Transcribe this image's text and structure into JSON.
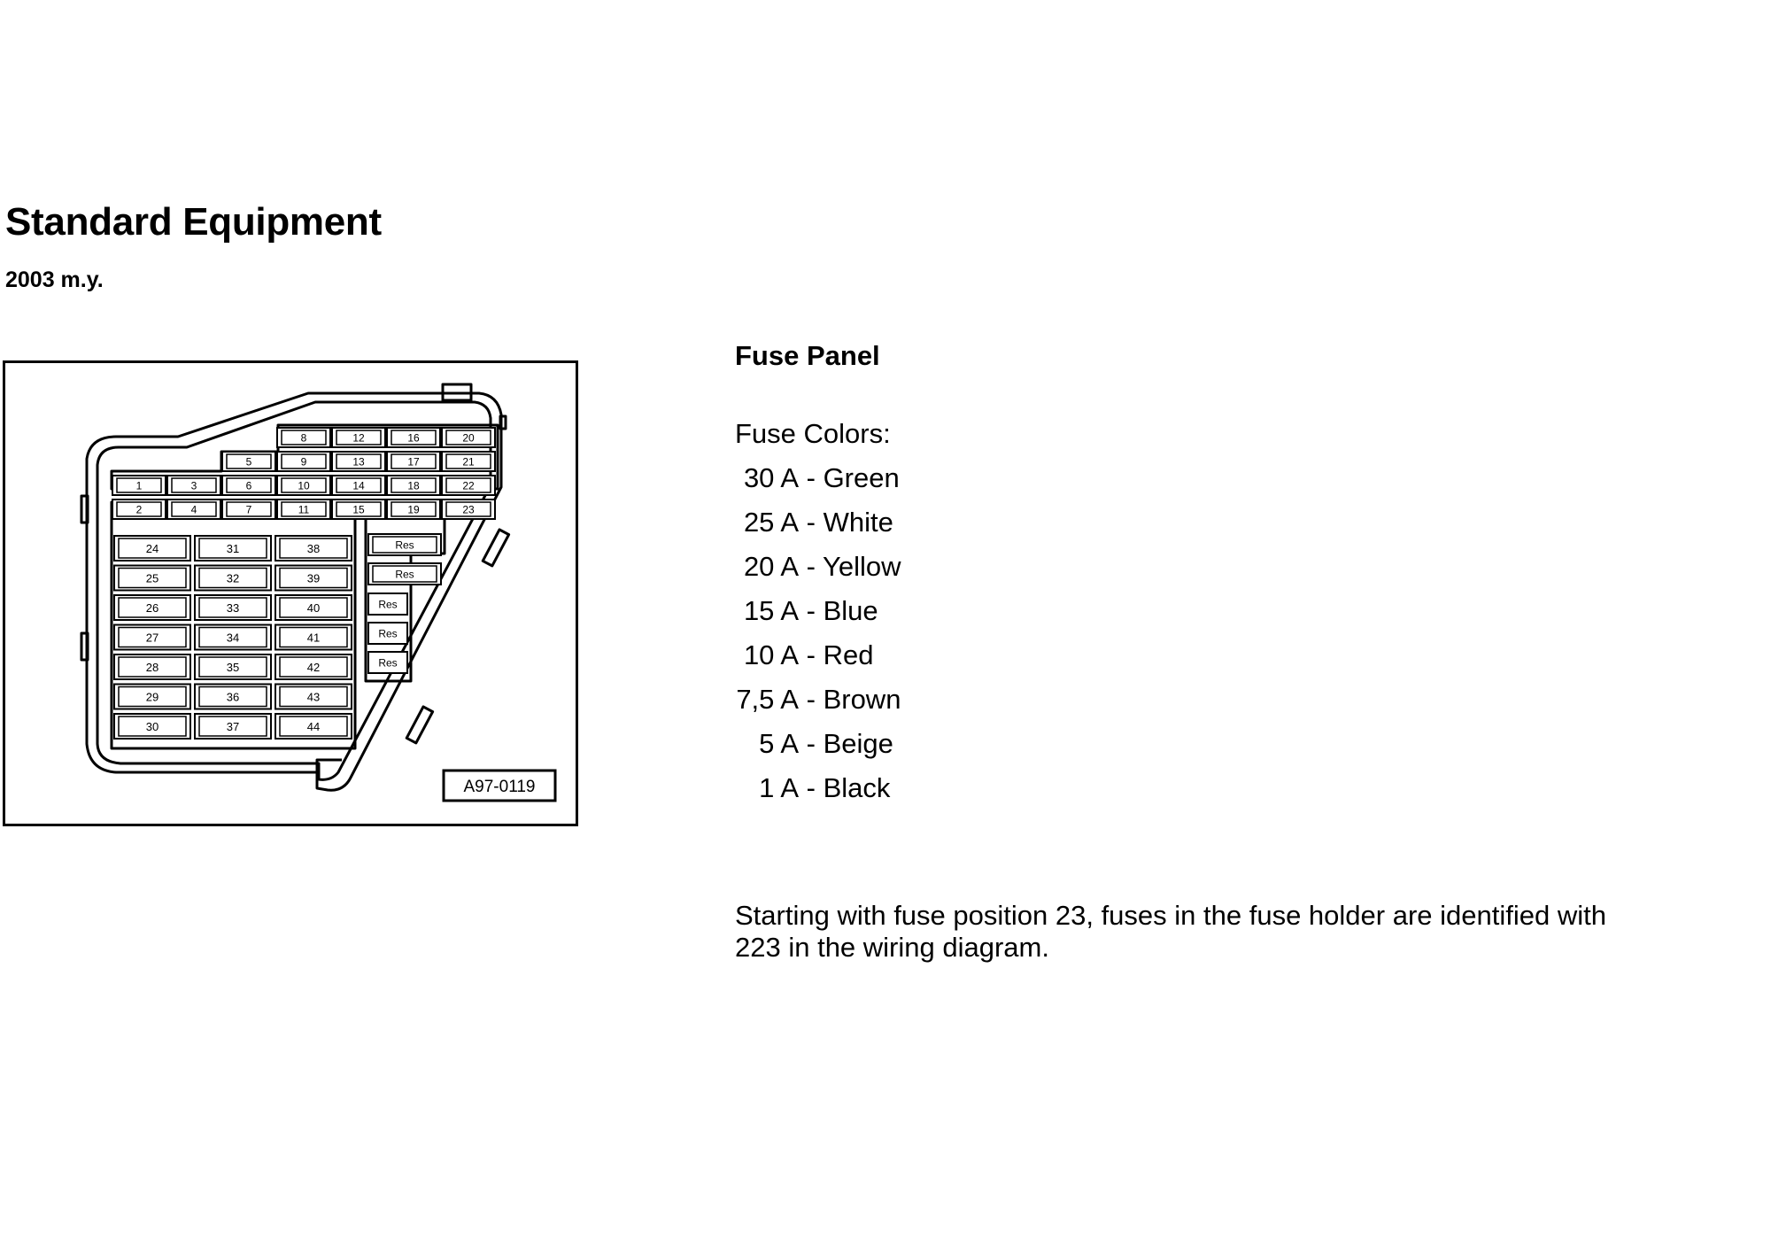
{
  "header": {
    "title": "Standard Equipment",
    "subtitle": "2003 m.y."
  },
  "diagram": {
    "code": "A97-0119",
    "fuses": [
      {
        "id": "8",
        "label": "8"
      },
      {
        "id": "12",
        "label": "12"
      },
      {
        "id": "16",
        "label": "16"
      },
      {
        "id": "20",
        "label": "20"
      },
      {
        "id": "5",
        "label": "5"
      },
      {
        "id": "9",
        "label": "9"
      },
      {
        "id": "13",
        "label": "13"
      },
      {
        "id": "17",
        "label": "17"
      },
      {
        "id": "21",
        "label": "21"
      },
      {
        "id": "1",
        "label": "1"
      },
      {
        "id": "3",
        "label": "3"
      },
      {
        "id": "6",
        "label": "6"
      },
      {
        "id": "10",
        "label": "10"
      },
      {
        "id": "14",
        "label": "14"
      },
      {
        "id": "18",
        "label": "18"
      },
      {
        "id": "22",
        "label": "22"
      },
      {
        "id": "2",
        "label": "2"
      },
      {
        "id": "4",
        "label": "4"
      },
      {
        "id": "7",
        "label": "7"
      },
      {
        "id": "11",
        "label": "11"
      },
      {
        "id": "15",
        "label": "15"
      },
      {
        "id": "19",
        "label": "19"
      },
      {
        "id": "23",
        "label": "23"
      },
      {
        "id": "24",
        "label": "24"
      },
      {
        "id": "25",
        "label": "25"
      },
      {
        "id": "26",
        "label": "26"
      },
      {
        "id": "27",
        "label": "27"
      },
      {
        "id": "28",
        "label": "28"
      },
      {
        "id": "29",
        "label": "29"
      },
      {
        "id": "30",
        "label": "30"
      },
      {
        "id": "31",
        "label": "31"
      },
      {
        "id": "32",
        "label": "32"
      },
      {
        "id": "33",
        "label": "33"
      },
      {
        "id": "34",
        "label": "34"
      },
      {
        "id": "35",
        "label": "35"
      },
      {
        "id": "36",
        "label": "36"
      },
      {
        "id": "37",
        "label": "37"
      },
      {
        "id": "38",
        "label": "38"
      },
      {
        "id": "39",
        "label": "39"
      },
      {
        "id": "40",
        "label": "40"
      },
      {
        "id": "41",
        "label": "41"
      },
      {
        "id": "42",
        "label": "42"
      },
      {
        "id": "43",
        "label": "43"
      },
      {
        "id": "44",
        "label": "44"
      },
      {
        "id": "res1",
        "label": "Res"
      },
      {
        "id": "res2",
        "label": "Res"
      },
      {
        "id": "res3",
        "label": "Res"
      },
      {
        "id": "res4",
        "label": "Res"
      },
      {
        "id": "res5",
        "label": "Res"
      }
    ]
  },
  "fuse_panel": {
    "heading": "Fuse Panel",
    "colors_label": "Fuse Colors:",
    "colors": [
      {
        "amps": "30 A",
        "color": "Green"
      },
      {
        "amps": "25 A",
        "color": "White"
      },
      {
        "amps": "20 A",
        "color": "Yellow"
      },
      {
        "amps": "15 A",
        "color": "Blue"
      },
      {
        "amps": "10 A",
        "color": "Red"
      },
      {
        "amps": "7,5 A",
        "color": "Brown"
      },
      {
        "amps": "5 A",
        "color": "Beige"
      },
      {
        "amps": "1 A",
        "color": "Black"
      }
    ],
    "note": "Starting with fuse position 23, fuses in the fuse holder are identified with 223 in the wiring diagram."
  }
}
